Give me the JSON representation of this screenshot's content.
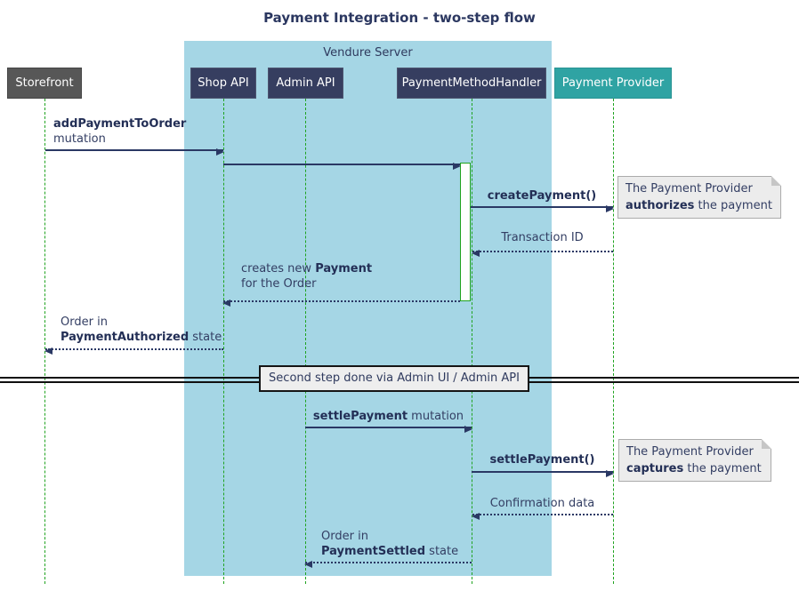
{
  "title": "Payment Integration - two-step flow",
  "colors": {
    "server_group_bg": "#A5D6E5",
    "participant_navy": "#363E60",
    "participant_gray": "#575757",
    "participant_teal": "#2FA3A3",
    "lifeline_green": "#1FA31F",
    "arrow_navy": "#2A3864",
    "note_bg": "#ECECEC",
    "divider_box_bg": "#EEEEEE"
  },
  "server_group": {
    "label": "Vendure Server"
  },
  "participants": [
    {
      "label": "Storefront"
    },
    {
      "label": "Shop API"
    },
    {
      "label": "Admin API"
    },
    {
      "label": "PaymentMethodHandler"
    },
    {
      "label": "Payment Provider"
    }
  ],
  "messages": {
    "add_payment": {
      "bold": "addPaymentToOrder",
      "rest": "mutation"
    },
    "create_payment": {
      "bold": "createPayment()"
    },
    "transaction_id": {
      "text": "Transaction ID"
    },
    "creates_payment": {
      "pre": "creates new ",
      "bold": "Payment",
      "line2": "for the Order"
    },
    "order_authorized": {
      "line1": "Order in",
      "bold": "PaymentAuthorized",
      "rest": " state"
    },
    "settle_payment_mutation": {
      "bold": "settlePayment",
      "rest": " mutation"
    },
    "settle_payment_call": {
      "bold": "settlePayment()"
    },
    "confirmation_data": {
      "text": "Confirmation data"
    },
    "order_settled": {
      "line1": "Order in",
      "bold": "PaymentSettled",
      "rest": " state"
    }
  },
  "notes": {
    "authorize": {
      "line1": "The Payment Provider",
      "bold": "authorizes",
      "rest": " the payment"
    },
    "capture": {
      "line1": "The Payment Provider",
      "bold": "captures",
      "rest": " the payment"
    }
  },
  "divider": {
    "label": "Second step done via Admin UI / Admin API"
  }
}
